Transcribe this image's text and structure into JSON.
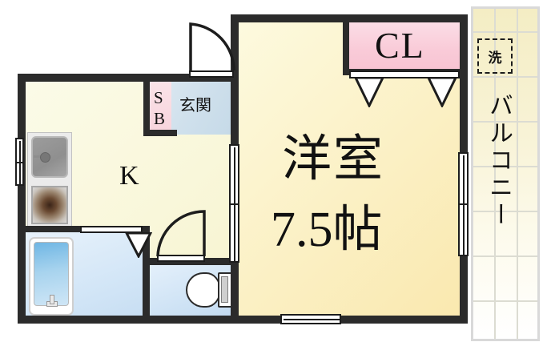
{
  "plan": {
    "title": "1K apartment floor plan",
    "colors": {
      "wall": "#2b2b2b",
      "main_room_fill": "#fbf0c4",
      "kitchen_fill": "#f9f7da",
      "closet_fill": "#f9cbd8",
      "shoebox_fill": "#f7d3dc",
      "genkan_fill": "#cfe0ec",
      "bath_fill": "#d3e6f7",
      "toilet_fill": "#cfe3f5",
      "balcony_fill": "#f8f3d6"
    }
  },
  "rooms": {
    "kitchen": {
      "label": "K",
      "name": "kitchen"
    },
    "genkan": {
      "label": "玄関",
      "name": "entrance-hall"
    },
    "shoebox": {
      "label_top": "S",
      "label_bottom": "B",
      "name": "shoe-box"
    },
    "main": {
      "label": "洋室",
      "size_label": "7.5帖",
      "name": "western-room"
    },
    "closet": {
      "label": "CL",
      "name": "closet"
    },
    "bath": {
      "label": "",
      "name": "bathroom"
    },
    "toilet": {
      "label": "",
      "name": "toilet"
    },
    "balcony": {
      "label": "バルコニー",
      "name": "balcony"
    },
    "washer": {
      "label": "洗",
      "name": "washing-machine-space"
    }
  },
  "fixtures": {
    "sink": "kitchen-sink",
    "stove": "stove-burner",
    "bathtub": "bathtub",
    "toilet": "toilet-fixture"
  },
  "openings": {
    "entrance_door": "entrance-door",
    "toilet_door": "toilet-door",
    "kitchen_sliding_door": "kitchen-sliding-door",
    "balcony_sliding_door": "balcony-sliding-door",
    "kitchen_window": "kitchen-window",
    "main_room_south_window": "main-room-south-window",
    "bath_door": "bathroom-door",
    "closet_doors": "closet-folding-doors"
  }
}
